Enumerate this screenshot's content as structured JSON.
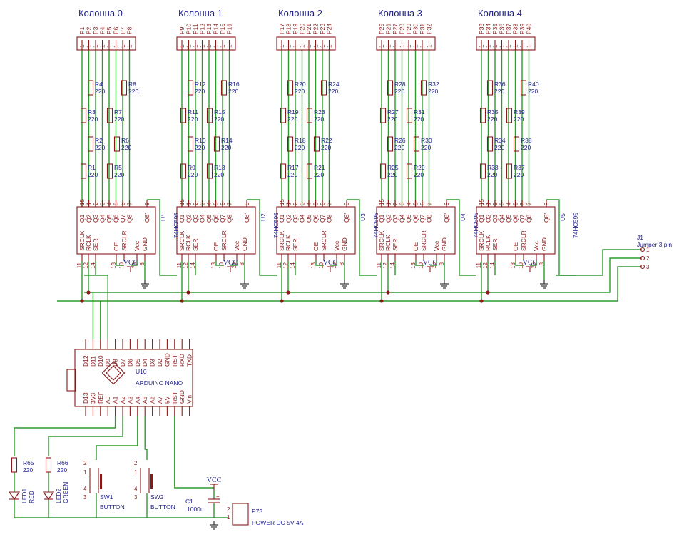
{
  "columns": [
    {
      "title": "Колонна 0",
      "pins": [
        "P1",
        "P2",
        "P3",
        "P4",
        "P5",
        "P6",
        "P7",
        "P8"
      ],
      "chip": "U1",
      "resistors": [
        "R1",
        "R2",
        "R3",
        "R4",
        "R5",
        "R6",
        "R7",
        "R8"
      ]
    },
    {
      "title": "Колонна 1",
      "pins": [
        "P9",
        "P10",
        "P11",
        "P12",
        "P13",
        "P14",
        "P15",
        "P16"
      ],
      "chip": "U2",
      "resistors": [
        "R9",
        "R10",
        "R11",
        "R12",
        "R13",
        "R14",
        "R15",
        "R16"
      ]
    },
    {
      "title": "Колонна 2",
      "pins": [
        "P17",
        "P18",
        "P19",
        "P20",
        "P21",
        "P22",
        "P23",
        "P24"
      ],
      "chip": "U3",
      "resistors": [
        "R17",
        "R18",
        "R19",
        "R20",
        "R21",
        "R22",
        "R23",
        "R24"
      ]
    },
    {
      "title": "Колонна 3",
      "pins": [
        "P25",
        "P26",
        "P27",
        "P28",
        "P29",
        "P30",
        "P31",
        "P32"
      ],
      "chip": "U4",
      "resistors": [
        "R25",
        "R26",
        "R27",
        "R28",
        "R29",
        "R30",
        "R31",
        "R32"
      ]
    },
    {
      "title": "Колонна 4",
      "pins": [
        "P33",
        "P34",
        "P35",
        "P36",
        "P37",
        "P38",
        "P39",
        "P40"
      ],
      "chip": "U5",
      "resistors": [
        "R33",
        "R34",
        "R35",
        "R36",
        "R37",
        "R38",
        "R39",
        "R40"
      ]
    }
  ],
  "resistor_value": "220",
  "chip_part": "74HC595",
  "chip_top_pins": [
    {
      "num": "15",
      "name": "Q1"
    },
    {
      "num": "1",
      "name": "Q2"
    },
    {
      "num": "2",
      "name": "Q3"
    },
    {
      "num": "3",
      "name": "Q4"
    },
    {
      "num": "4",
      "name": "Q5"
    },
    {
      "num": "5",
      "name": "Q6"
    },
    {
      "num": "6",
      "name": "Q7"
    },
    {
      "num": "7",
      "name": "Q8"
    },
    {
      "num": "9",
      "name": "Q8'"
    }
  ],
  "chip_bottom_pins": [
    {
      "num": "11",
      "name": "SRCLK"
    },
    {
      "num": "12",
      "name": "RCLK"
    },
    {
      "num": "14",
      "name": "SER"
    },
    {
      "num": "13",
      "name": "OE"
    },
    {
      "num": "10",
      "name": "SRCLR"
    },
    {
      "num": "16",
      "name": "Vcc"
    },
    {
      "num": "8",
      "name": "GND"
    }
  ],
  "vcc_label": "VCC",
  "jumper": {
    "ref": "J1",
    "name": "Jumper 3 pin",
    "pins": [
      "1",
      "2",
      "3"
    ]
  },
  "arduino": {
    "ref": "U10",
    "name": "ARDUINO NANO",
    "top_pins": [
      "D12",
      "D11",
      "D10",
      "D9",
      "D8",
      "D7",
      "D6",
      "D5",
      "D4",
      "D3",
      "D2",
      "GND",
      "RST",
      "RXD",
      "TXD"
    ],
    "bottom_pins": [
      "D13",
      "3V3",
      "REF",
      "A0",
      "A1",
      "A2",
      "A3",
      "A4",
      "A5",
      "A6",
      "A7",
      "5V",
      "RST",
      "GND",
      "Vin"
    ]
  },
  "leds": [
    {
      "ref": "LED1",
      "color": "RED",
      "resistor": "R65",
      "value": "220"
    },
    {
      "ref": "LED2",
      "color": "GREEN",
      "resistor": "R66",
      "value": "220"
    }
  ],
  "buttons": [
    {
      "ref": "SW1",
      "name": "BUTTON",
      "pins": [
        "2",
        "1",
        "4",
        "3"
      ]
    },
    {
      "ref": "SW2",
      "name": "BUTTON",
      "pins": [
        "2",
        "1",
        "4",
        "3"
      ]
    }
  ],
  "capacitor": {
    "ref": "C1",
    "value": "1000u",
    "polarity": "+"
  },
  "power": {
    "ref": "P73",
    "name": "POWER DC 5V 4A",
    "pins": [
      "2",
      "1"
    ]
  },
  "colors": {
    "wire": "#2e9a2e",
    "part": "#8a1a1a",
    "label": "#1e1e8c"
  }
}
